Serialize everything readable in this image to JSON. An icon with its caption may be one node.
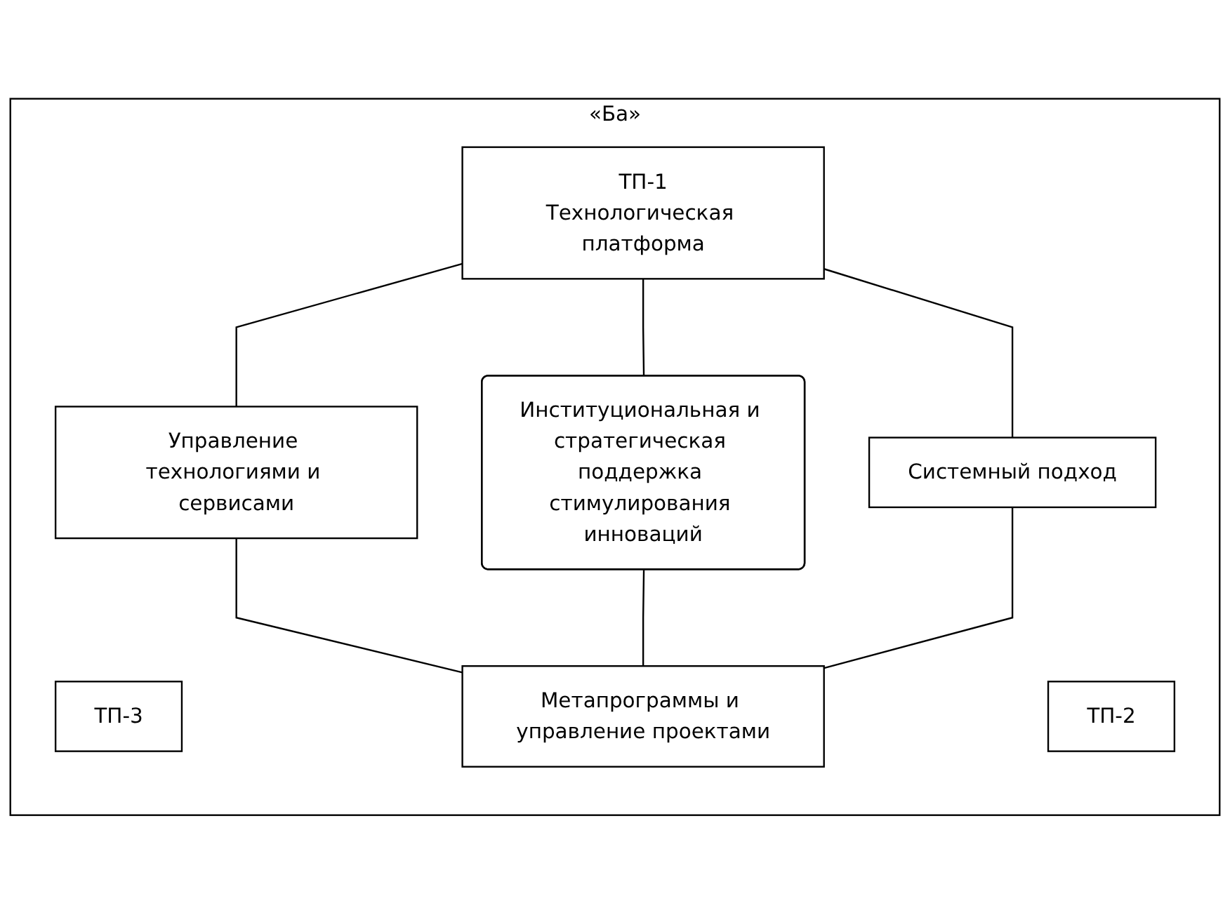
{
  "diagram": {
    "nodes": [
      {
        "text": [
          "«Ба»"
        ]
      },
      {
        "text": [
          "ТП-3"
        ],
        "in": 0
      },
      {
        "text": [
          "ТП-2"
        ],
        "in": 0
      },
      {
        "text": [
          "ТП-1",
          "Технологическая платформа"
        ],
        "in": 0
      },
      {
        "text": [
          "Управление технологиями и сервисами"
        ],
        "in": 0
      },
      {
        "text": [
          "Институциональная и стратегическая поддержка стимулирования инноваций"
        ],
        "in": 0
      },
      {
        "text": [
          "Системный подход"
        ],
        "in": 0
      },
      {
        "text": [
          "Метапрограммы и управление проектами"
        ],
        "in": 0
      }
    ],
    "edges": [
      {
        "from": 3,
        "to": 4,
        "arrow": "none"
      },
      {
        "from": 3,
        "to": 5,
        "arrow": "none"
      },
      {
        "from": 3,
        "to": 6,
        "arrow": "none"
      },
      {
        "from": 4,
        "to": 7,
        "arrow": "none"
      },
      {
        "from": 5,
        "to": 7,
        "arrow": "none"
      },
      {
        "from": 6,
        "to": 7,
        "arrow": "none"
      }
    ]
  }
}
